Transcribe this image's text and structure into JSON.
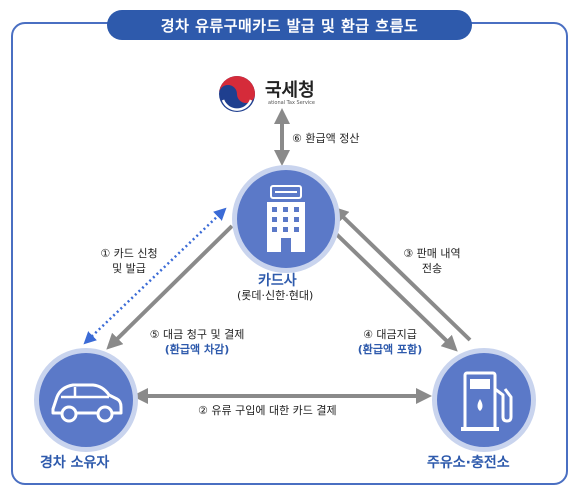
{
  "title": "경차 유류구매카드 발급 및 환급 흐름도",
  "nts": {
    "name": "국세청",
    "subtitle": "ational Tax Service"
  },
  "nodes": {
    "card": {
      "label": "카드사",
      "sub": "(롯데·신한·현대)"
    },
    "owner": {
      "label": "경차 소유자"
    },
    "station": {
      "label": "주유소·충전소"
    }
  },
  "steps": {
    "s1": {
      "line1": "① 카드 신청",
      "line2": "및 발급"
    },
    "s2": {
      "text": "② 유류 구입에 대한 카드 결제"
    },
    "s3": {
      "line1": "③ 판매 내역",
      "line2": "전송"
    },
    "s4": {
      "line1": "④ 대금지급",
      "line2": "(환급액 포함)"
    },
    "s5": {
      "line1": "⑤ 대금 청구 및 결제",
      "line2": "(환급액 차감)"
    },
    "s6": {
      "text": "⑥ 환급액 정산"
    }
  },
  "colors": {
    "brand": "#2e5aac",
    "node": "#5b79c8",
    "ring": "#c9d4ee",
    "arrow": "#8a8a8a",
    "dotted": "#3b6bd6"
  }
}
